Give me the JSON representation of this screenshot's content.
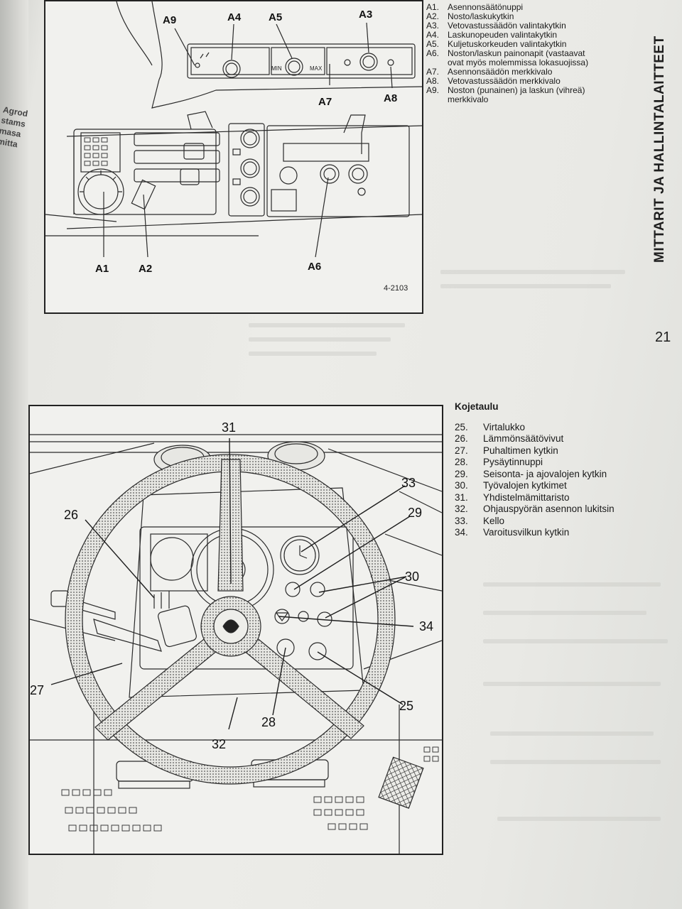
{
  "page": {
    "section_title": "MITTARIT JA HALLINTALAITTEET",
    "page_number": "21",
    "edge_text": [
      "Agrod",
      "stams",
      "masa",
      "mitta"
    ]
  },
  "figure_top": {
    "code": "4-2103",
    "callouts": [
      "A1",
      "A2",
      "A3",
      "A4",
      "A5",
      "A6",
      "A7",
      "A8",
      "A9"
    ],
    "panel_marks": {
      "min": "MIN",
      "max": "MAX"
    }
  },
  "legend_top": [
    {
      "key": "A1.",
      "text": "Asennonsäätönuppi"
    },
    {
      "key": "A2.",
      "text": "Nosto/laskukytkin"
    },
    {
      "key": "A3.",
      "text": "Vetovastussäädön valintakytkin"
    },
    {
      "key": "A4.",
      "text": "Laskunopeuden valintakytkin"
    },
    {
      "key": "A5.",
      "text": "Kuljetuskorkeuden valintakytkin"
    },
    {
      "key": "A6.",
      "text": "Noston/laskun painonapit (vastaavat"
    },
    {
      "key": "",
      "text": "ovat myös molemmissa lokasuojissa)"
    },
    {
      "key": "A7.",
      "text": "Asennonsäädön merkkivalo"
    },
    {
      "key": "A8.",
      "text": "Vetovastussäädön merkkivalo"
    },
    {
      "key": "A9.",
      "text": "Noston (punainen) ja laskun (vihreä)"
    },
    {
      "key": "",
      "text": "merkkivalo"
    }
  ],
  "figure_bottom": {
    "callouts": [
      "31",
      "33",
      "29",
      "26",
      "30",
      "34",
      "27",
      "25",
      "28",
      "32"
    ]
  },
  "legend_bottom": {
    "heading": "Kojetaulu",
    "items": [
      {
        "key": "25.",
        "text": "Virtalukko"
      },
      {
        "key": "26.",
        "text": "Lämmönsäätövivut"
      },
      {
        "key": "27.",
        "text": "Puhaltimen kytkin"
      },
      {
        "key": "28.",
        "text": "Pysäytinnuppi"
      },
      {
        "key": "29.",
        "text": "Seisonta- ja ajovalojen kytkin"
      },
      {
        "key": "30.",
        "text": "Työvalojen kytkimet"
      },
      {
        "key": "31.",
        "text": "Yhdistelmämittaristo"
      },
      {
        "key": "32.",
        "text": "Ohjauspyörän asennon lukitsin"
      },
      {
        "key": "33.",
        "text": "Kello"
      },
      {
        "key": "34.",
        "text": "Varoitusvilkun kytkin"
      }
    ]
  }
}
